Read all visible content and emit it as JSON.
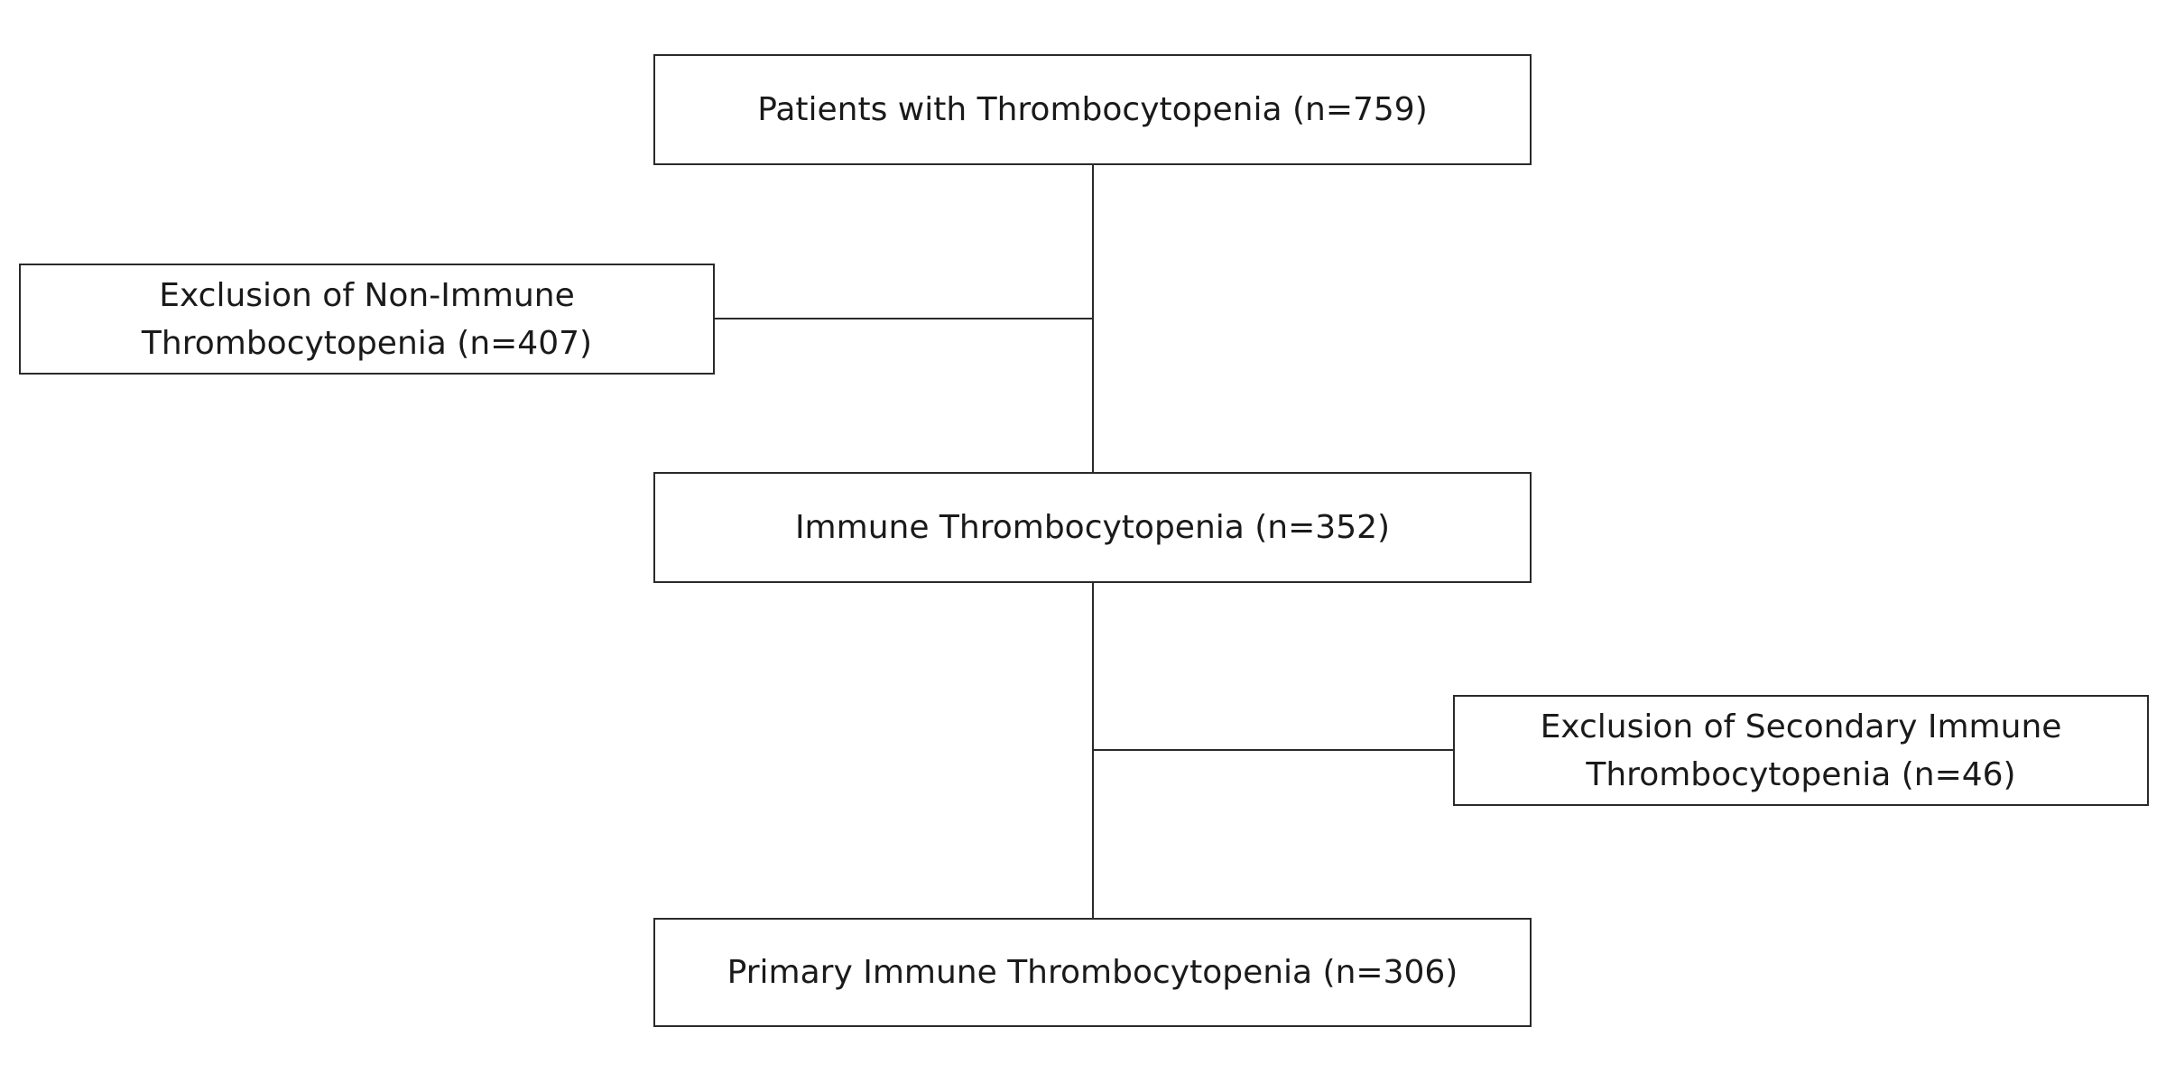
{
  "diagram": {
    "nodes": {
      "total": {
        "lines": [
          "Patients with Thrombocytopenia (n=759)"
        ]
      },
      "excluded_non_immune": {
        "lines": [
          "Exclusion of Non-Immune",
          "Thrombocytopenia (n=407)"
        ]
      },
      "immune": {
        "lines": [
          "Immune Thrombocytopenia (n=352)"
        ]
      },
      "excluded_secondary": {
        "lines": [
          "Exclusion of Secondary Immune",
          "Thrombocytopenia (n=46)"
        ]
      },
      "primary": {
        "lines": [
          "Primary Immune Thrombocytopenia (n=306)"
        ]
      }
    },
    "edges": [
      {
        "from": "total",
        "to": "immune"
      },
      {
        "from": "total",
        "to": "excluded_non_immune"
      },
      {
        "from": "immune",
        "to": "primary"
      },
      {
        "from": "immune",
        "to": "excluded_secondary"
      }
    ],
    "colors": {
      "line": "#2a2a2a",
      "box_border": "#2a2a2a",
      "background": "#ffffff",
      "text": "#1a1a1a"
    }
  }
}
